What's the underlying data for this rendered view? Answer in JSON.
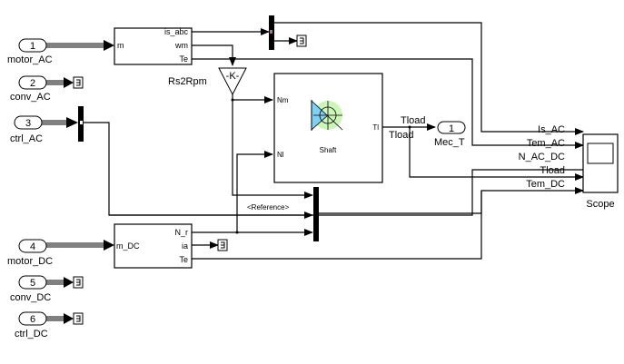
{
  "inports": [
    {
      "number": "1",
      "name": "motor_AC"
    },
    {
      "number": "2",
      "name": "conv_AC"
    },
    {
      "number": "3",
      "name": "ctrl_AC"
    },
    {
      "number": "4",
      "name": "motor_DC"
    },
    {
      "number": "5",
      "name": "conv_DC"
    },
    {
      "number": "6",
      "name": "ctrl_DC"
    }
  ],
  "ac_block": {
    "input": "m",
    "outputs": [
      "is_abc",
      "wm",
      "Te"
    ]
  },
  "dc_block": {
    "input": "m_DC",
    "outputs": [
      "N_r",
      "ia",
      "Te"
    ]
  },
  "gain": {
    "label": "-K-",
    "name": "Rs2Rpm"
  },
  "shaft": {
    "name": "Shaft",
    "inputs": [
      "Nm",
      "Nl"
    ],
    "output": "Tl"
  },
  "signals": {
    "tload_top": "Tload",
    "tload_bottom": "Tload",
    "reference": "<Reference>"
  },
  "outport": {
    "number": "1",
    "name": "Mec_T"
  },
  "scope": {
    "name": "Scope",
    "signals": [
      "Is_AC",
      "Tem_AC",
      "N_AC_DC",
      "Tload",
      "Tem_DC"
    ]
  }
}
